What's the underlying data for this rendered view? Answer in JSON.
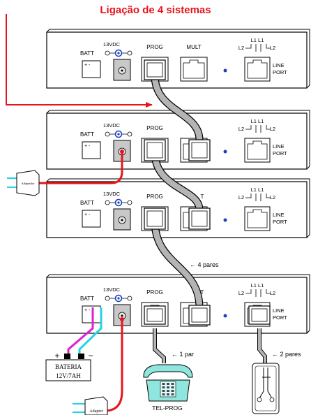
{
  "title": "Ligação de 4 sistemas",
  "colors": {
    "title": "#e8141c",
    "power_cable": "#e8141c",
    "connector_line": "#e8141c",
    "wire_magenta": "#e01fd0",
    "wire_cyan": "#22d3e6",
    "plug_pins": "#22d3e6",
    "ribbon_cable": "#b4b4b4",
    "phone_body": "#8ee6de",
    "port_dot": "#1c3fbe",
    "unit_outline": "#000000"
  },
  "units": [
    {
      "batt": "BATT",
      "voltage": "13VDC",
      "polarity": "+ -",
      "prog": "PROG",
      "mult": "MULT",
      "line_top": "L1 L1",
      "line_left": "L2",
      "line_right": "L2",
      "line_port_1": "LINE",
      "line_port_2": "PORT"
    },
    {
      "batt": "BATT",
      "voltage": "13VDC",
      "polarity": "+ -",
      "prog": "PROG",
      "mult": "",
      "line_top": "L1 L1",
      "line_left": "L2",
      "line_right": "L2",
      "line_port_1": "LINE",
      "line_port_2": "PORT"
    },
    {
      "batt": "BATT",
      "voltage": "13VDC",
      "polarity": "+ -",
      "prog": "PROG",
      "mult": "T",
      "line_top": "L1 L1",
      "line_left": "L2",
      "line_right": "L2",
      "line_port_1": "LINE",
      "line_port_2": "PORT"
    },
    {
      "batt": "BATT",
      "voltage": "13VDC",
      "polarity": "+ -",
      "prog": "PROG",
      "mult": "T",
      "line_top": "L1 L1",
      "line_left": "L2",
      "line_right": "L2",
      "line_port_1": "LINE",
      "line_port_2": "PORT"
    }
  ],
  "labels": {
    "pares4": "← 4 pares",
    "par1": "← 1 par",
    "pares2": "← 2 pares",
    "tel_prog": "TEL-PROG",
    "battery_1": "BATERIA",
    "battery_2": "12V/7AH",
    "battery_plus": "+",
    "battery_minus": "−",
    "adapter_1": "Adaptador",
    "adapter_2": "Adapter"
  }
}
